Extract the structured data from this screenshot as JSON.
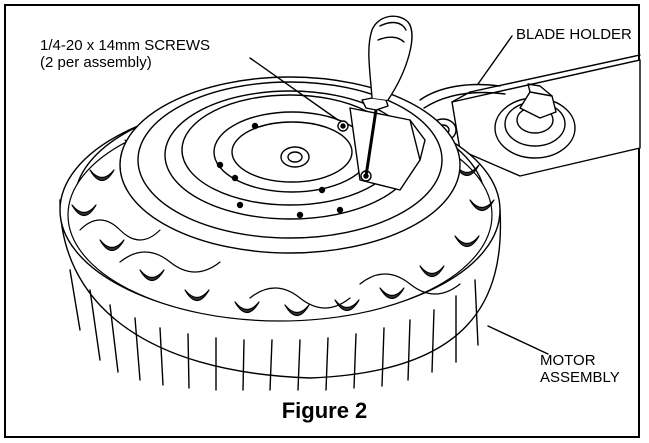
{
  "figure": {
    "caption": "Figure 2",
    "callouts": {
      "screws_line1": "1/4-20 x 14mm SCREWS",
      "screws_line2": "(2 per assembly)",
      "blade_holder": "BLADE HOLDER",
      "motor_line1": "MOTOR",
      "motor_line2": "ASSEMBLY"
    }
  },
  "colors": {
    "line": "#000000",
    "background": "#ffffff"
  }
}
